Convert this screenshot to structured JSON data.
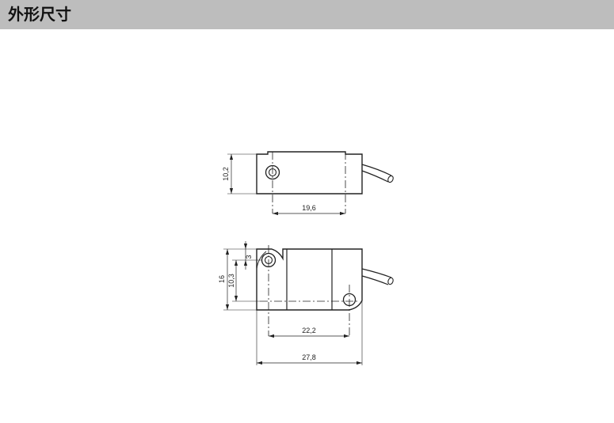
{
  "header": {
    "title": "外形尺寸"
  },
  "colors": {
    "header_background": "#bdbdbd",
    "line": "#222222"
  },
  "drawing": {
    "top_view": {
      "dims": {
        "height": "10,2",
        "hole_to_edge": "19,6"
      }
    },
    "front_view": {
      "dims": {
        "total_height": "16",
        "hole_height": "10,3",
        "hole_offset": "3",
        "hole_spacing": "22,2",
        "total_length": "27,8"
      }
    }
  }
}
